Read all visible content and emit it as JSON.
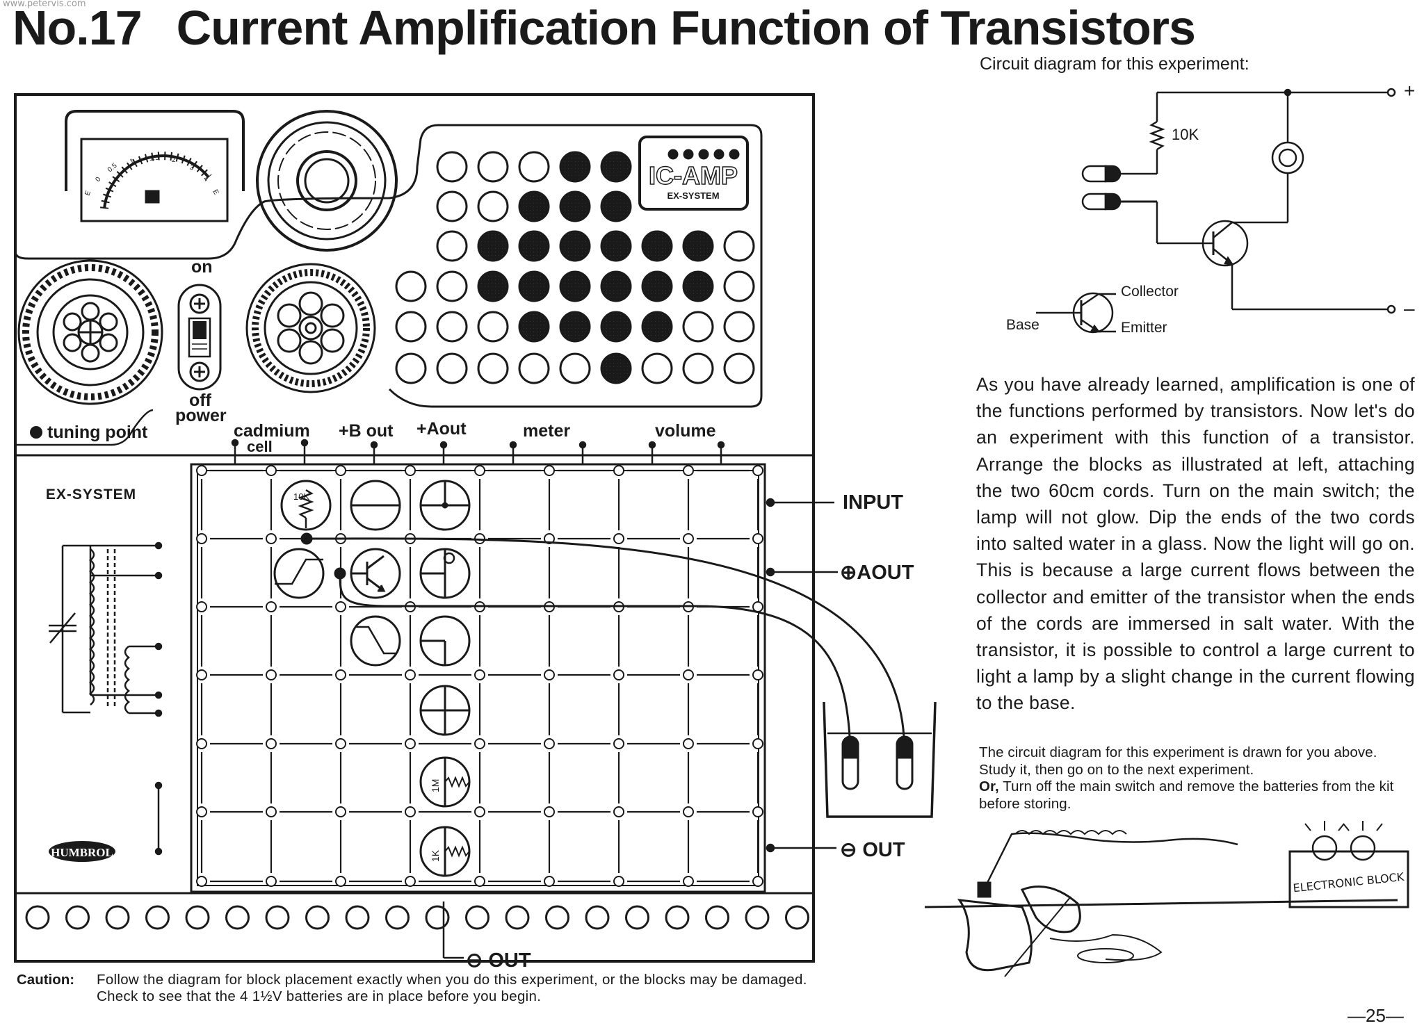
{
  "watermark": "www.petervis.com",
  "title": {
    "number": "No.17",
    "text": "Current Amplification Function of Transistors"
  },
  "kit_panel": {
    "on_label": "on",
    "off_label": "off",
    "power_label": "power",
    "tuning_label": "tuning point",
    "ic_amp_label": "IC-AMP",
    "ex_system_badge": "EX-SYSTEM",
    "ex_system_label": "EX-SYSTEM",
    "brand_logo": "HUMBROL",
    "meter_scale": [
      "0",
      "0.5",
      "1",
      "1.5",
      "2",
      "3",
      "4",
      "E"
    ],
    "terminal_labels": {
      "cadmium": "cadmium",
      "cell": "cell",
      "b_out": "+B out",
      "a_out": "+Aout",
      "meter": "meter",
      "volume": "volume"
    },
    "blocks": {
      "resistor_10k": "10K",
      "resistor_1m": "1M",
      "resistor_1k": "1K"
    },
    "side_labels": {
      "input": "INPUT",
      "aout": "⊕AOUT",
      "out_right": "⊖ OUT",
      "out_bottom": "⊖ OUT"
    }
  },
  "circuit": {
    "caption": "Circuit diagram for this experiment:",
    "resistor_label": "10K",
    "plus": "+",
    "minus": "–",
    "legend": {
      "collector": "Collector",
      "base": "Base",
      "emitter": "Emitter"
    }
  },
  "body_text": "As you have already learned, amplification is one of the functions performed by transistors. Now let's do an experiment with this function of a transistor. Arrange the blocks as illustrated at left, attaching the two 60cm cords. Turn on the main switch; the lamp will not glow. Dip the ends of the two cords into salted water in a glass. Now the light will go on. This is because a large current flows between the collector and emitter of the transistor when the ends of the cords are immersed in salt water. With the transistor, it is possible to control a large current to light a lamp by a slight change in the current flowing to the base.",
  "note": {
    "line1": "The circuit diagram for this experiment is drawn for you above. Study it, then go on to the next experiment.",
    "or_label": "Or,",
    "line2": "Turn off the main switch and remove the batteries from the kit before storing."
  },
  "cartoon_label": "ELECTRONIC BLOCK",
  "caution": {
    "label": "Caution:",
    "text": "Follow the diagram for block placement exactly when you do this experiment, or the blocks may be damaged. Check to see that the 4 1½V batteries are in place before you begin."
  },
  "page_number": "—25—"
}
